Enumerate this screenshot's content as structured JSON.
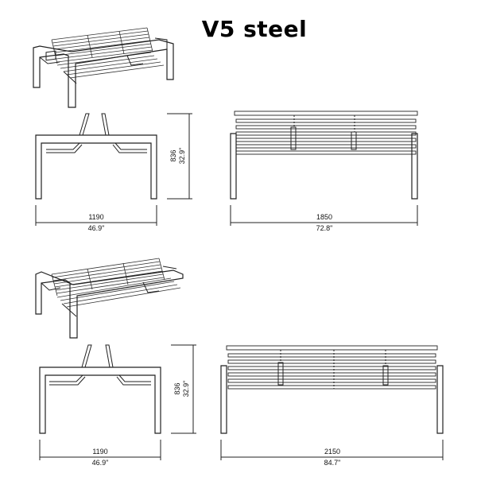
{
  "title": "V5 steel",
  "bench_1": {
    "side_width_mm": "1190",
    "side_width_in": "46.9\"",
    "height_mm": "836",
    "height_in": "32.9\"",
    "front_width_mm": "1850",
    "front_width_in": "72.8\""
  },
  "bench_2": {
    "side_width_mm": "1190",
    "side_width_in": "46.9\"",
    "height_mm": "836",
    "height_in": "32.9\"",
    "front_width_mm": "2150",
    "front_width_in": "84.7\""
  }
}
